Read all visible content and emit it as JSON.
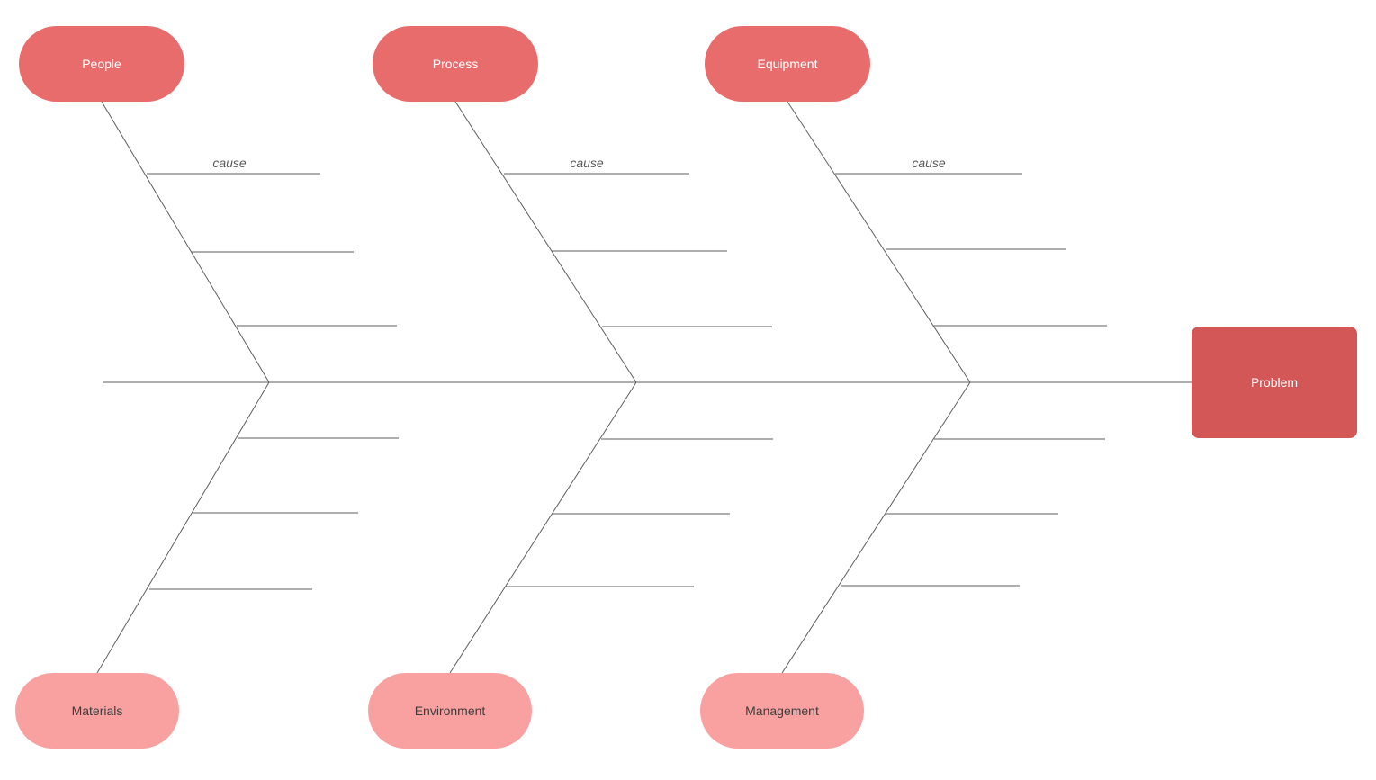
{
  "diagram": {
    "type": "fishbone-ishikawa",
    "background": "#ffffff",
    "problem": {
      "label": "Problem"
    },
    "branch_label": "cause",
    "top_categories": [
      {
        "label": "People"
      },
      {
        "label": "Process"
      },
      {
        "label": "Equipment"
      }
    ],
    "bottom_categories": [
      {
        "label": "Materials"
      },
      {
        "label": "Environment"
      },
      {
        "label": "Management"
      }
    ],
    "branches_per_category": 3,
    "colors": {
      "top_category_fill": "#e86c6c",
      "top_category_text": "#ffffff",
      "bottom_category_fill": "#f9a1a1",
      "bottom_category_text": "#3d3d3d",
      "problem_fill": "#d45757",
      "problem_text": "#ffffff",
      "line": "#5e5e5e",
      "cause_text": "#595959"
    }
  }
}
